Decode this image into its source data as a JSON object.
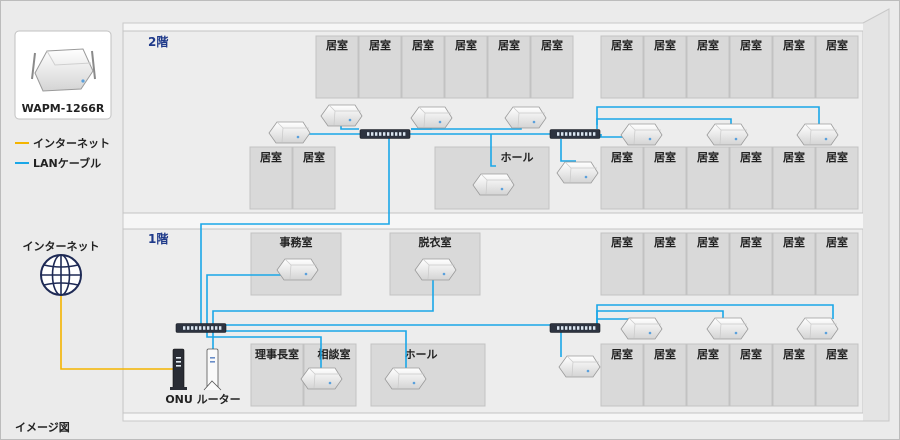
{
  "legend": {
    "product_name": "WAPM-1266R",
    "internet_label": "インターネット",
    "lan_label": "LANケーブル",
    "internet_color": "#f4b400",
    "lan_color": "#1aa7e8"
  },
  "internet_cloud_label": "インターネット",
  "floors": {
    "floor2": "2階",
    "floor1": "1階"
  },
  "rooms": {
    "bedroom": "居室",
    "hall": "ホール",
    "office": "事務室",
    "changing_room": "脱衣室",
    "director_room": "理事長室",
    "consultation_room": "相談室"
  },
  "devices": {
    "onu_router_label": "ONU ルーター"
  },
  "footer_note": "イメージ図",
  "icons": [
    "access-point-icon",
    "switch-icon",
    "globe-icon",
    "onu-icon",
    "router-icon"
  ]
}
